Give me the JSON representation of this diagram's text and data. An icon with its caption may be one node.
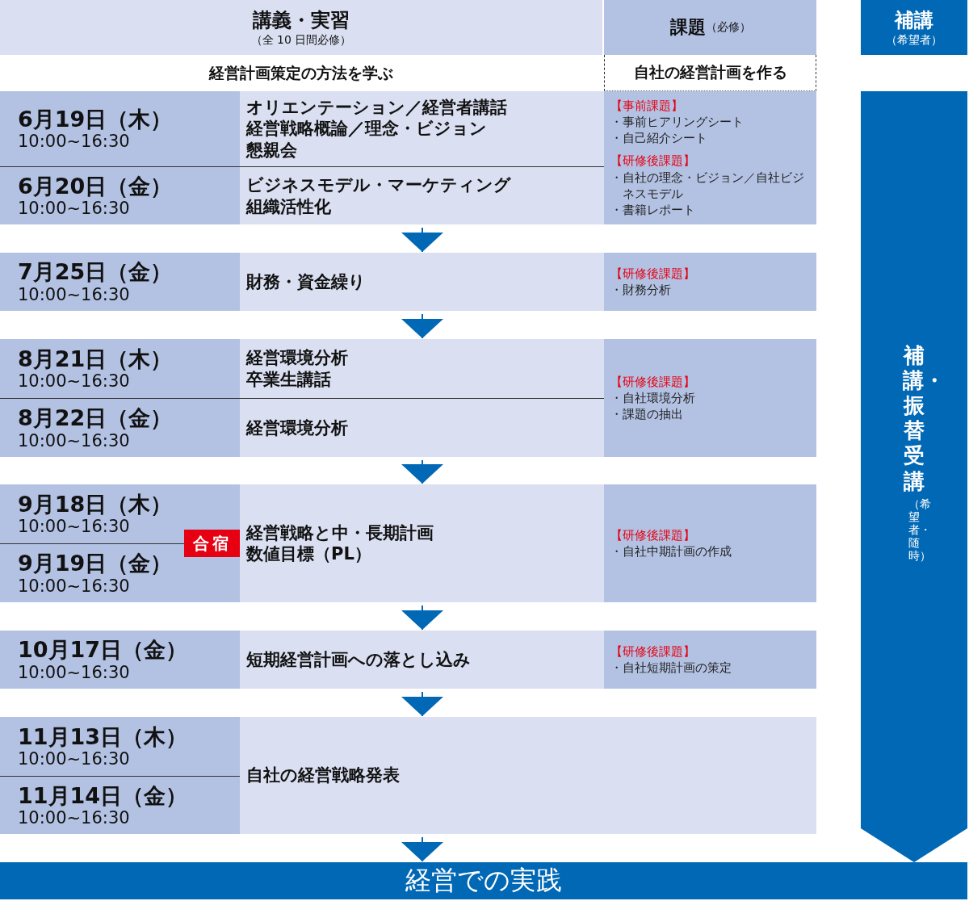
{
  "diagram": {
    "nodes": [
      {
        "text": [
          "講義・実習",
          "（全 10 日間必修）"
        ]
      },
      {
        "text": [
          "課題",
          "（必修）"
        ]
      },
      {
        "text": [
          "補講",
          "（希望者）"
        ]
      },
      {
        "text": [
          "経営計画策定の方法を学ぶ"
        ]
      },
      {
        "text": [
          "自社の経営計画を作る"
        ]
      },
      {
        "text": [
          "6月19日（木）",
          "10:00~16:30"
        ]
      },
      {
        "text": [
          "オリエンテーション／経営者講話",
          "経営戦略概論／理念・ビジョン",
          "懇親会"
        ]
      },
      {
        "text": [
          "6月20日（金）",
          "10:00~16:30"
        ]
      },
      {
        "text": [
          "ビジネスモデル・マーケティング",
          "組織活性化"
        ]
      },
      {
        "text": [
          "【事前課題】",
          "・事前ヒアリングシート",
          "・自己紹介シート",
          "【研修後課題】",
          "・自社の理念・ビジョン／自社ビジネスモデル",
          "・書籍レポート"
        ]
      },
      {
        "text": [
          "7月25日（金）",
          "10:00~16:30"
        ]
      },
      {
        "text": [
          "財務・資金繰り"
        ]
      },
      {
        "text": [
          "【研修後課題】",
          "・財務分析"
        ]
      },
      {
        "text": [
          "8月21日（木）",
          "10:00~16:30"
        ]
      },
      {
        "text": [
          "経営環境分析",
          "卒業生講話"
        ]
      },
      {
        "text": [
          "8月22日（金）",
          "10:00~16:30"
        ]
      },
      {
        "text": [
          "経営環境分析"
        ]
      },
      {
        "text": [
          "【研修後課題】",
          "・自社環境分析",
          "・課題の抽出"
        ]
      },
      {
        "text": [
          "9月18日（木）",
          "10:00~16:30"
        ]
      },
      {
        "text": [
          "9月19日（金）",
          "10:00~16:30"
        ]
      },
      {
        "text": [
          "合宿"
        ]
      },
      {
        "text": [
          "経営戦略と中・長期計画",
          "数値目標（PL）"
        ]
      },
      {
        "text": [
          "【研修後課題】",
          "・自社中期計画の作成"
        ]
      },
      {
        "text": [
          "10月17日（金）",
          "10:00~16:30"
        ]
      },
      {
        "text": [
          "短期経営計画への落とし込み"
        ]
      },
      {
        "text": [
          "【研修後課題】",
          "・自社短期計画の策定"
        ]
      },
      {
        "text": [
          "11月13日（木）",
          "10:00~16:30"
        ]
      },
      {
        "text": [
          "11月14日（金）",
          "10:00~16:30"
        ]
      },
      {
        "text": [
          "自社の経営戦略発表"
        ]
      },
      {
        "text": [
          "補講・振替受講",
          "（希望者・随時）"
        ]
      },
      {
        "text": [
          "経営での実践"
        ]
      }
    ],
    "edges": [
      {
        "from": 8,
        "to": 11,
        "arrow": "to"
      },
      {
        "from": 11,
        "to": 14,
        "arrow": "to"
      },
      {
        "from": 16,
        "to": 21,
        "arrow": "to"
      },
      {
        "from": 21,
        "to": 24,
        "arrow": "to"
      },
      {
        "from": 24,
        "to": 28,
        "arrow": "to"
      },
      {
        "from": 28,
        "to": 30,
        "arrow": "to"
      }
    ]
  }
}
